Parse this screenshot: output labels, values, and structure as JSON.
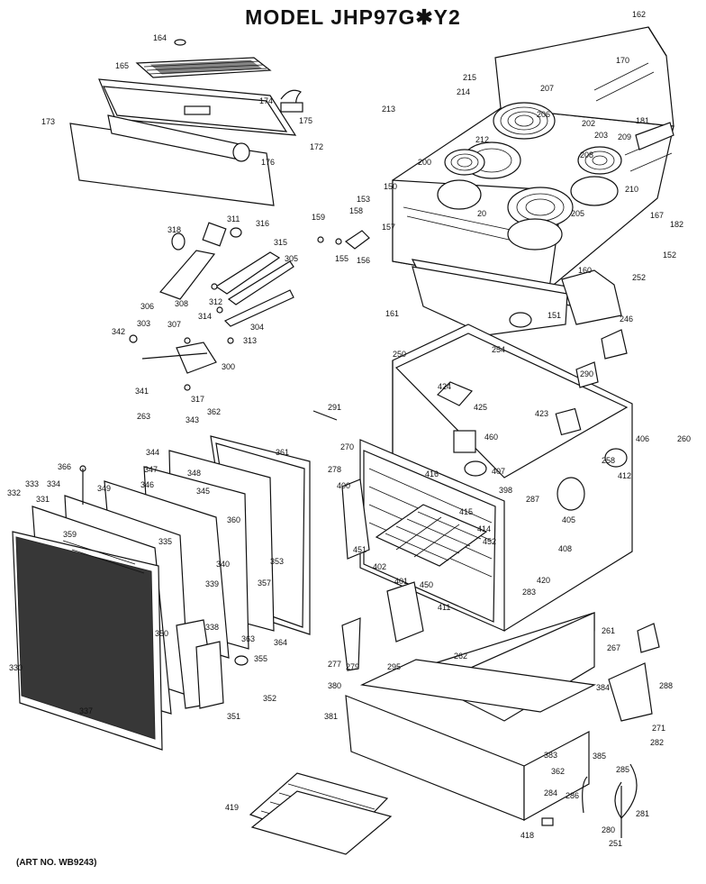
{
  "title": "MODEL  JHP97G✱Y2",
  "art_no": "(ART NO. WB9243)",
  "part_labels": [
    "162",
    "164",
    "165",
    "170",
    "172",
    "173",
    "174",
    "175",
    "176",
    "215",
    "214",
    "213",
    "207",
    "206",
    "202",
    "203",
    "209",
    "208",
    "212",
    "181",
    "200",
    "150",
    "153",
    "158",
    "157",
    "156",
    "155",
    "159",
    "20",
    "210",
    "205",
    "182",
    "167",
    "152",
    "161",
    "160",
    "252",
    "151",
    "254",
    "246",
    "250",
    "311",
    "316",
    "318",
    "315",
    "305",
    "306",
    "307",
    "308",
    "312",
    "314",
    "304",
    "313",
    "303",
    "342",
    "341",
    "300",
    "317",
    "291",
    "260",
    "290",
    "424",
    "425",
    "423",
    "460",
    "406",
    "270",
    "278",
    "400",
    "258",
    "412",
    "407",
    "416",
    "398",
    "287",
    "415",
    "405",
    "408",
    "414",
    "451",
    "402",
    "401",
    "450",
    "411",
    "452",
    "420",
    "283",
    "263",
    "343",
    "362",
    "361",
    "344",
    "347",
    "346",
    "348",
    "345",
    "349",
    "360",
    "359",
    "366",
    "340",
    "333",
    "331",
    "334",
    "335",
    "332",
    "339",
    "330",
    "337",
    "338",
    "353",
    "357",
    "363",
    "364",
    "355",
    "352",
    "351",
    "277",
    "279",
    "295",
    "262",
    "261",
    "267",
    "350",
    "380",
    "384",
    "288",
    "381",
    "271",
    "383",
    "385",
    "282",
    "285",
    "362b",
    "284",
    "286",
    "281",
    "280",
    "251",
    "418",
    "419"
  ]
}
